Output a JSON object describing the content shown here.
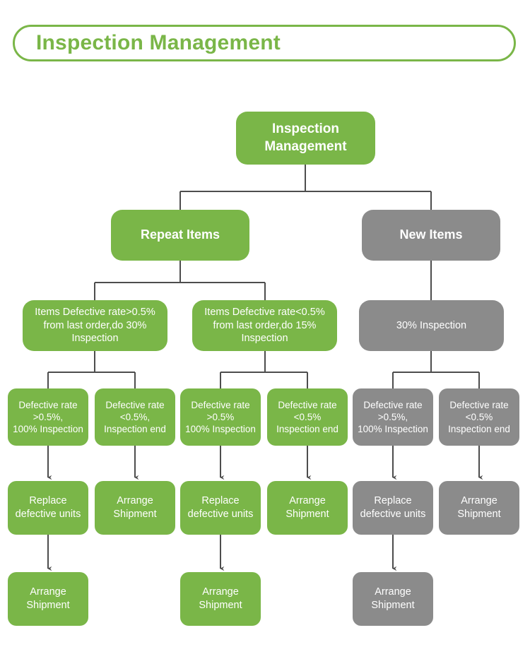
{
  "page": {
    "title": "Inspection Management",
    "background_color": "#ffffff"
  },
  "colors": {
    "green": "#7ab648",
    "gray": "#8b8b8b",
    "connector": "#4d4d4d",
    "node_text": "#ffffff",
    "title_text": "#7ab648"
  },
  "nodes": {
    "root": {
      "label": "Inspection\nManagement",
      "color": "green"
    },
    "level2": [
      {
        "label": "Repeat Items",
        "color": "green"
      },
      {
        "label": "New Items",
        "color": "gray"
      }
    ],
    "level3": [
      {
        "label": "Items Defective rate>0.5%\nfrom last order,do 30%\nInspection",
        "color": "green"
      },
      {
        "label": "Items Defective rate<0.5%\nfrom last order,do 15%\nInspection",
        "color": "green"
      },
      {
        "label": "30% Inspection",
        "color": "gray"
      }
    ],
    "level4": [
      {
        "label": "Defective rate\n>0.5%,\n100% Inspection",
        "color": "green"
      },
      {
        "label": "Defective rate\n<0.5%,\nInspection end",
        "color": "green"
      },
      {
        "label": "Defective rate\n>0.5%\n100% Inspection",
        "color": "green"
      },
      {
        "label": "Defective rate\n<0.5%\nInspection end",
        "color": "green"
      },
      {
        "label": "Defective rate\n>0.5%,\n100% Inspection",
        "color": "gray"
      },
      {
        "label": "Defective rate\n<0.5%\nInspection end",
        "color": "gray"
      }
    ],
    "level5": [
      {
        "label": "Replace\ndefective units",
        "color": "green"
      },
      {
        "label": "Arrange\nShipment",
        "color": "green"
      },
      {
        "label": "Replace\ndefective units",
        "color": "green"
      },
      {
        "label": "Arrange\nShipment",
        "color": "green"
      },
      {
        "label": "Replace\ndefective units",
        "color": "gray"
      },
      {
        "label": "Arrange\nShipment",
        "color": "gray"
      }
    ],
    "level6": [
      {
        "label": "Arrange\nShipment",
        "color": "green"
      },
      {
        "label": "Arrange\nShipment",
        "color": "green"
      },
      {
        "label": "Arrange\nShipment",
        "color": "gray"
      }
    ]
  }
}
